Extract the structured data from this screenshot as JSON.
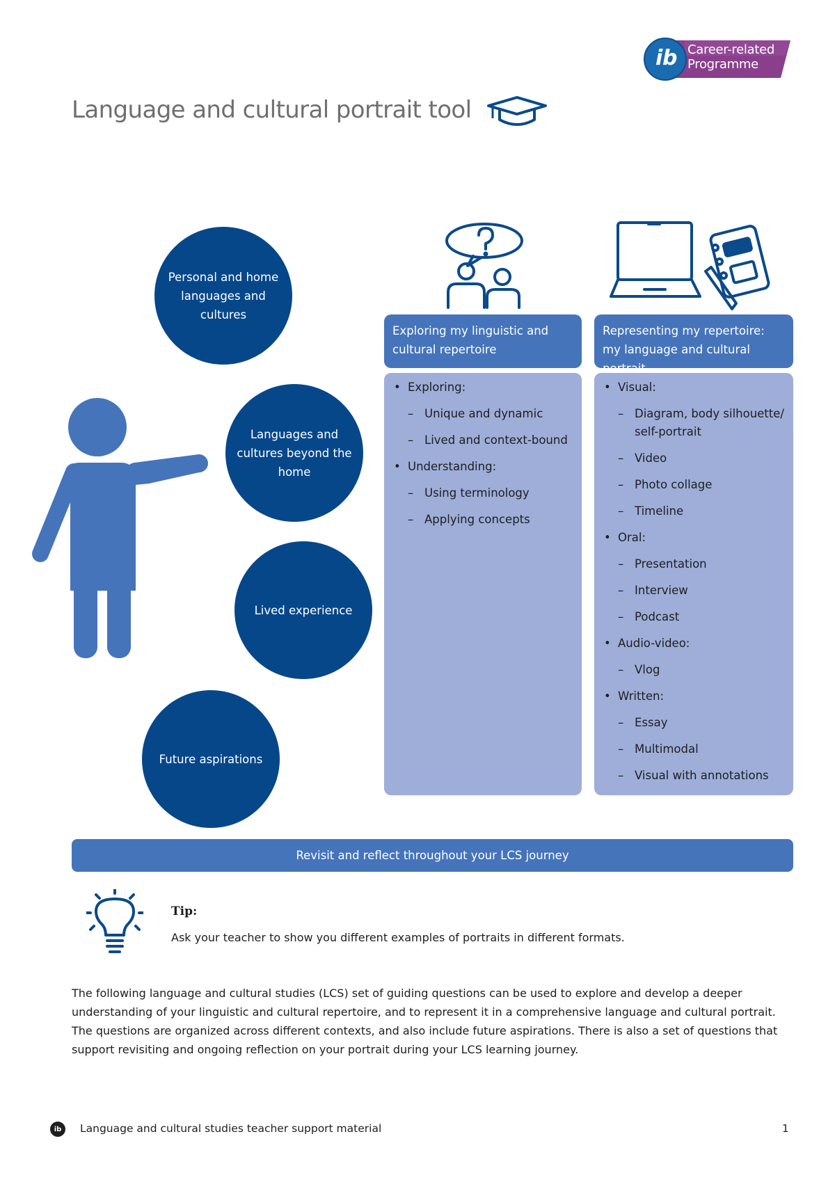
{
  "logo": {
    "mark": "ib",
    "line1": "Career-related",
    "line2": "Programme"
  },
  "title": "Language and cultural portrait tool",
  "title_icon": "graduation-cap-icon",
  "circles": [
    "Personal and home languages and cultures",
    "Languages and cultures beyond the home",
    "Lived experience",
    "Future aspirations"
  ],
  "columns": [
    {
      "icon": "discussion-question-icon",
      "header": "Exploring my linguistic and cultural repertoire",
      "items": [
        {
          "label": "Exploring:",
          "sub": [
            "Unique and dynamic",
            "Lived and context-bound"
          ]
        },
        {
          "label": "Understanding:",
          "sub": [
            "Using terminology",
            "Applying concepts"
          ]
        }
      ]
    },
    {
      "icon": "laptop-notebook-icon",
      "header": "Representing my repertoire: my language and cultural portrait",
      "items": [
        {
          "label": "Visual:",
          "sub": [
            "Diagram, body silhouette/ self-portrait",
            "Video",
            "Photo collage",
            "Timeline"
          ]
        },
        {
          "label": "Oral:",
          "sub": [
            "Presentation",
            "Interview",
            "Podcast"
          ]
        },
        {
          "label": "Audio-video:",
          "sub": [
            "Vlog"
          ]
        },
        {
          "label": "Written:",
          "sub": [
            "Essay",
            "Multimodal",
            "Visual with annotations"
          ]
        }
      ]
    }
  ],
  "banner": "Revisit and reflect throughout your LCS journey",
  "tip": {
    "icon": "lightbulb-icon",
    "label": "Tip:",
    "text": "Ask your teacher to show you different examples of portraits in different formats."
  },
  "paragraph": "The following language and cultural studies (LCS) set of guiding questions can be used to explore and develop a deeper understanding of your linguistic and cultural repertoire, and to represent it in a comprehensive language and cultural portrait. The questions are organized across different contexts, and also include future aspirations. There is also a set of questions that support revisiting and ongoing reflection on your portrait during your LCS learning journey.",
  "footer": {
    "icon_label": "ib",
    "text": "Language and cultural studies teacher support material",
    "page": "1"
  },
  "colors": {
    "navy": "#06478a",
    "header_blue": "#4574bb",
    "light_blue": "#9eaed9",
    "logo_purple": "#8a3f8c",
    "title_gray": "#6f6f6f"
  }
}
